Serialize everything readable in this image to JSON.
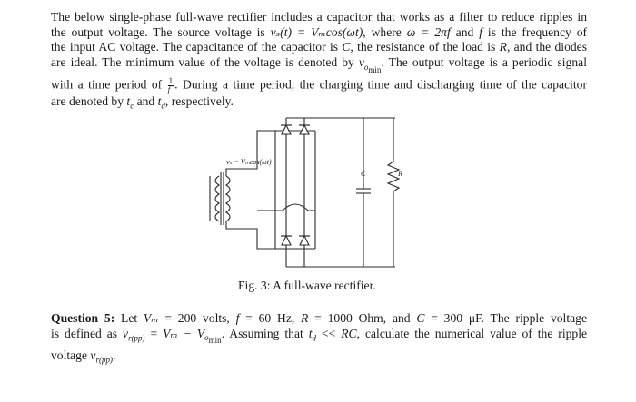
{
  "intro": {
    "line1": "The below single-phase full-wave rectifier includes a capacitor that works as a filter to reduce ripples in",
    "line2_a": "the output voltage. The source voltage is ",
    "line2_math1": "vₛ(t) = Vₘcos(ωt)",
    "line2_b": ", where ",
    "line2_math2": "ω = 2πf",
    "line2_c": " and ",
    "line2_math3": "f",
    "line2_d": " is the frequency of",
    "line3_a": "the input AC voltage. The capacitance of the capacitor is ",
    "line3_math1": "C",
    "line3_b": ", the resistance of the load is ",
    "line3_math2": "R",
    "line3_c": ", and the diodes",
    "line4_a": "are ideal. The minimum value of the voltage is denoted by ",
    "line4_math1": "v",
    "line4_sub1": "o",
    "line4_subsub1": "min",
    "line4_b": ". The output voltage is a periodic signal",
    "line5_a": "with a time period of ",
    "line5_frac_num": "1",
    "line5_frac_den": "f",
    "line5_b": ". During a time period, the charging time and discharging time of the capacitor",
    "line6_a": "are denoted by ",
    "line6_math1": "t",
    "line6_sub1": "c",
    "line6_b": " and ",
    "line6_math2": "t",
    "line6_sub2": "d",
    "line6_c": ", respectively."
  },
  "figure": {
    "source_label": "vₛ = Vₘcos(ωt)",
    "capacitor_label": "C",
    "resistor_label": "R",
    "caption": "Fig. 3: A full-wave rectifier."
  },
  "question": {
    "label": "Question 5:",
    "line1_a": " Let ",
    "line1_math1": "Vₘ",
    "line1_b": " = 200 volts, ",
    "line1_math2": "f",
    "line1_c": " = 60 Hz, ",
    "line1_math3": "R",
    "line1_d": " = 1000 Ohm, and ",
    "line1_math4": "C",
    "line1_e": " = 300 μF. The ripple voltage",
    "line2_a": "is defined as ",
    "line2_math1": "v",
    "line2_sub1": "r(pp)",
    "line2_b": " = ",
    "line2_math2": "Vₘ − V",
    "line2_sub2": "o",
    "line2_subsub2": "min",
    "line2_c": ". Assuming that ",
    "line2_math3": "t",
    "line2_sub3": "d",
    "line2_d": " << ",
    "line2_math4": "RC",
    "line2_e": ", calculate the numerical value of the ripple",
    "line3_a": "voltage ",
    "line3_math1": "v",
    "line3_sub1": "r(pp)",
    "line3_b": "."
  }
}
